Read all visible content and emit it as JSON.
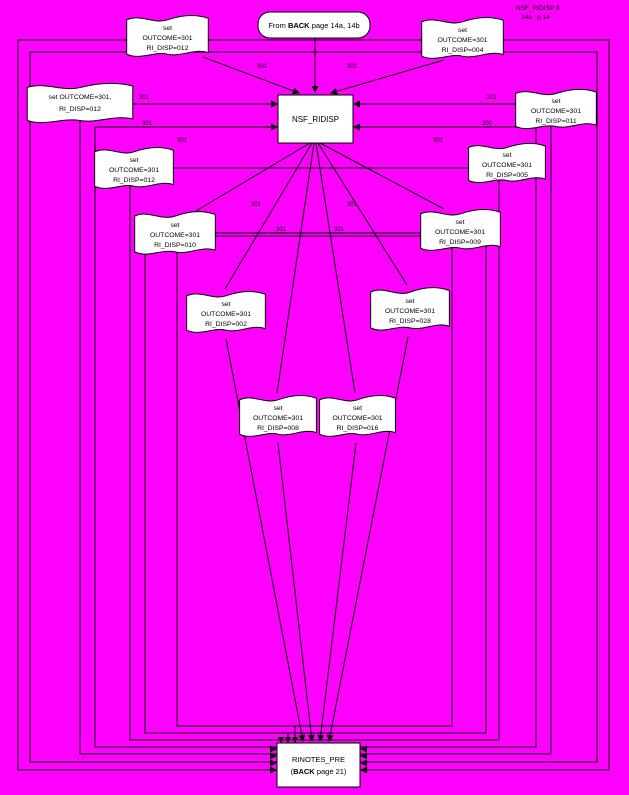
{
  "colors": {
    "background": "#FF00FF",
    "shape_fill": "#FFFFFF",
    "line": "#000000"
  },
  "corner_note": {
    "line1": "NSF_RIDISP 8",
    "line2": "14a : p 14"
  },
  "start_node": {
    "part1": "From ",
    "part2": "BACK",
    "part3": " page 14a, 14b"
  },
  "process_node": {
    "label": "NSF_RIDISP"
  },
  "end_node": {
    "line1": "RINOTES_PRE",
    "part1": "(",
    "part2": "BACK",
    "part3": " page 21)"
  },
  "edge_label": "301",
  "flags": [
    {
      "id": "top-left",
      "lines": [
        "set",
        "OUTCOME=301",
        "RI_DISP=012"
      ]
    },
    {
      "id": "top-right",
      "lines": [
        "set",
        "OUTCOME=301",
        "RI_DISP=004"
      ]
    },
    {
      "id": "left",
      "lines": [
        "set OUTCOME=301,",
        "RI_DISP=012"
      ]
    },
    {
      "id": "right",
      "lines": [
        "set",
        "OUTCOME=301",
        "RI_DISP=011"
      ]
    },
    {
      "id": "mid-left",
      "lines": [
        "set",
        "OUTCOME=301",
        "RI_DISP=012"
      ]
    },
    {
      "id": "mid-right",
      "lines": [
        "set",
        "OUTCOME=301",
        "RI_DISP=005"
      ]
    },
    {
      "id": "lower-left",
      "lines": [
        "set",
        "OUTCOME=301",
        "RI_DISP=010"
      ]
    },
    {
      "id": "lower-right",
      "lines": [
        "set",
        "OUTCOME=301",
        "RI_DISP=009"
      ]
    },
    {
      "id": "center-left",
      "lines": [
        "set",
        "OUTCOME=301",
        "RI_DISP=002"
      ]
    },
    {
      "id": "center-right",
      "lines": [
        "set",
        "OUTCOME=301",
        "RI_DISP=028"
      ]
    },
    {
      "id": "bottom-left",
      "lines": [
        "set",
        "OUTCOME=301",
        "RI_DISP=008"
      ]
    },
    {
      "id": "bottom-right",
      "lines": [
        "set",
        "OUTCOME=301",
        "RI_DISP=016"
      ]
    }
  ]
}
